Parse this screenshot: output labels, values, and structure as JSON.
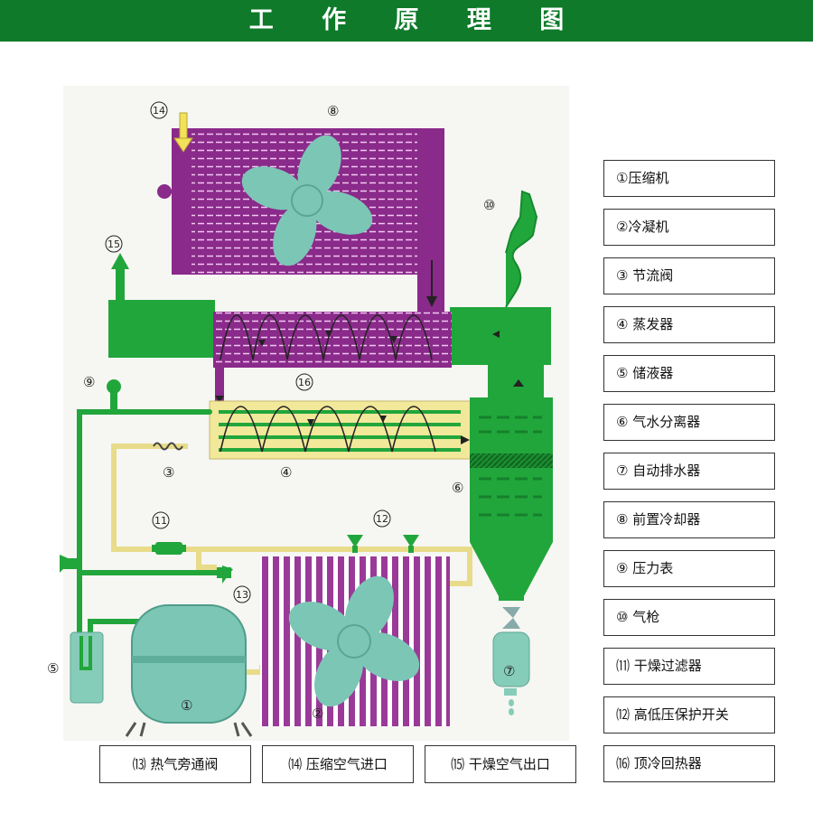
{
  "title": "工 作 原 理 图",
  "callouts": {
    "c1": "①",
    "c2": "②",
    "c3": "③",
    "c4": "④",
    "c5": "⑤",
    "c6": "⑥",
    "c7": "⑦",
    "c8": "⑧",
    "c9": "⑨",
    "c10": "⑩",
    "c11": "11",
    "c12": "12",
    "c13": "13",
    "c14": "14",
    "c15": "15",
    "c16": "16"
  },
  "legend": [
    "①压缩机",
    "②冷凝机",
    "③ 节流阀",
    "④ 蒸发器",
    "⑤ 储液器",
    "⑥ 气水分离器",
    "⑦ 自动排水器",
    "⑧ 前置冷却器",
    "⑨ 压力表",
    "⑩ 气枪",
    "⑾ 干燥过滤器",
    "⑿ 高低压保护开关",
    "⒃ 顶冷回热器"
  ],
  "bottom_labels": [
    "⒀ 热气旁通阀",
    "⒁ 压缩空气进口",
    "⒂ 干燥空气出口"
  ],
  "colors": {
    "banner": "#0e7a2a",
    "air_green": "#21a63b",
    "purple": "#8a2a8a",
    "teal_fan": "#7cc6b5",
    "yellow_pipe": "#e8dc8a",
    "compressor": "#7cc6b5"
  }
}
